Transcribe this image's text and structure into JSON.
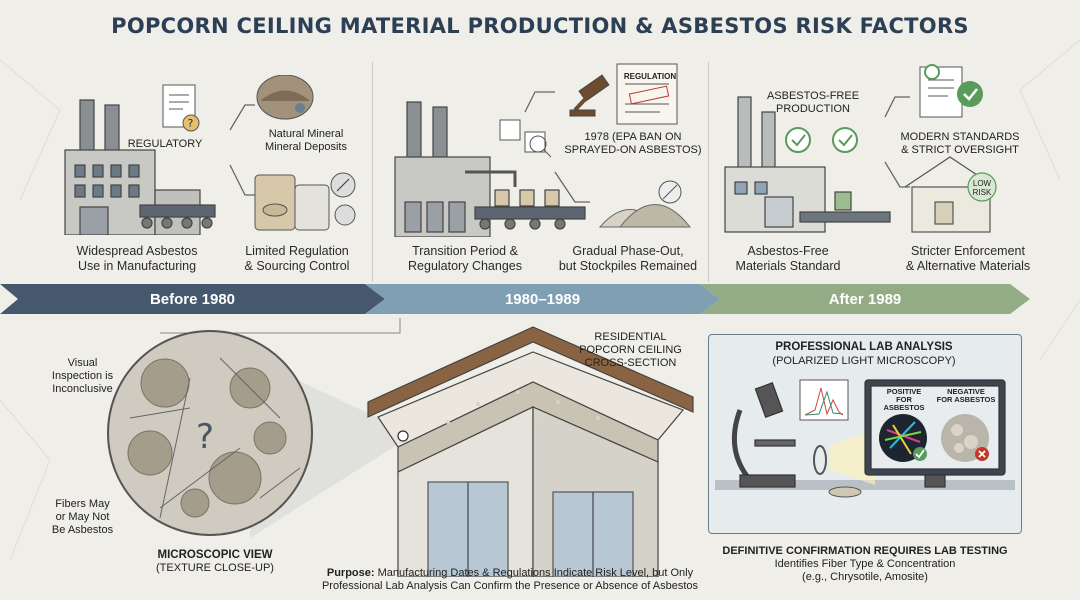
{
  "title": "POPCORN CEILING MATERIAL PRODUCTION & ASBESTOS RISK FACTORS",
  "before1980": {
    "regulatory_label": "REGULATORY",
    "mineral_label": "Natural Mineral\nMineral Deposits",
    "caption_left": "Widespread Asbestos\nUse in Manufacturing",
    "caption_right": "Limited Regulation\n& Sourcing Control"
  },
  "transition": {
    "regulation_doc_label": "REGULATION",
    "ban_label": "1978 (EPA BAN ON\nSPRAYED-ON ASBESTOS)",
    "caption_left": "Transition Period &\nRegulatory Changes",
    "caption_right": "Gradual Phase-Out,\nbut Stockpiles Remained"
  },
  "after1989": {
    "production_label": "ASBESTOS-FREE\nPRODUCTION",
    "standards_label": "MODERN STANDARDS\n& STRICT OVERSIGHT",
    "low_risk_label": "LOW\nRISK",
    "caption_left": "Asbestos-Free\nMaterials Standard",
    "caption_right": "Stricter Enforcement\n& Alternative Materials"
  },
  "timeline": [
    "Before 1980",
    "1980–1989",
    "After 1989"
  ],
  "microscope_view": {
    "visual_label": "Visual\nInspection is\nInconclusive",
    "fibers_label": "Fibers May\nor May Not\nBe Asbestos",
    "title": "MICROSCOPIC VIEW",
    "subtitle": "(TEXTURE CLOSE-UP)"
  },
  "ceiling_label": "RESIDENTIAL\nPOPCORN CEILING\nCROSS-SECTION",
  "purpose": {
    "label": "Purpose:",
    "text_line1": "Manufacturing Dates & Regulations Indicate Risk Level, but Only",
    "text_line2": "Professional Lab Analysis Can Confirm the Presence or Absence of Asbestos"
  },
  "lab": {
    "title": "PROFESSIONAL LAB ANALYSIS",
    "subtitle": "(POLARIZED LIGHT MICROSCOPY)",
    "positive": "POSITIVE\nFOR ASBESTOS",
    "negative": "NEGATIVE\nFOR ASBESTOS",
    "confirm_title": "DEFINITIVE CONFIRMATION REQUIRES LAB TESTING",
    "confirm_line1": "Identifies Fiber Type & Concentration",
    "confirm_line2": "(e.g., Chrysotile, Amosite)"
  },
  "colors": {
    "title": "#2d3f55",
    "before": "#45586d",
    "transition": "#7f9fb2",
    "after": "#93ac86",
    "check_green": "#5a9a5a",
    "warning_red": "#c0392b"
  }
}
